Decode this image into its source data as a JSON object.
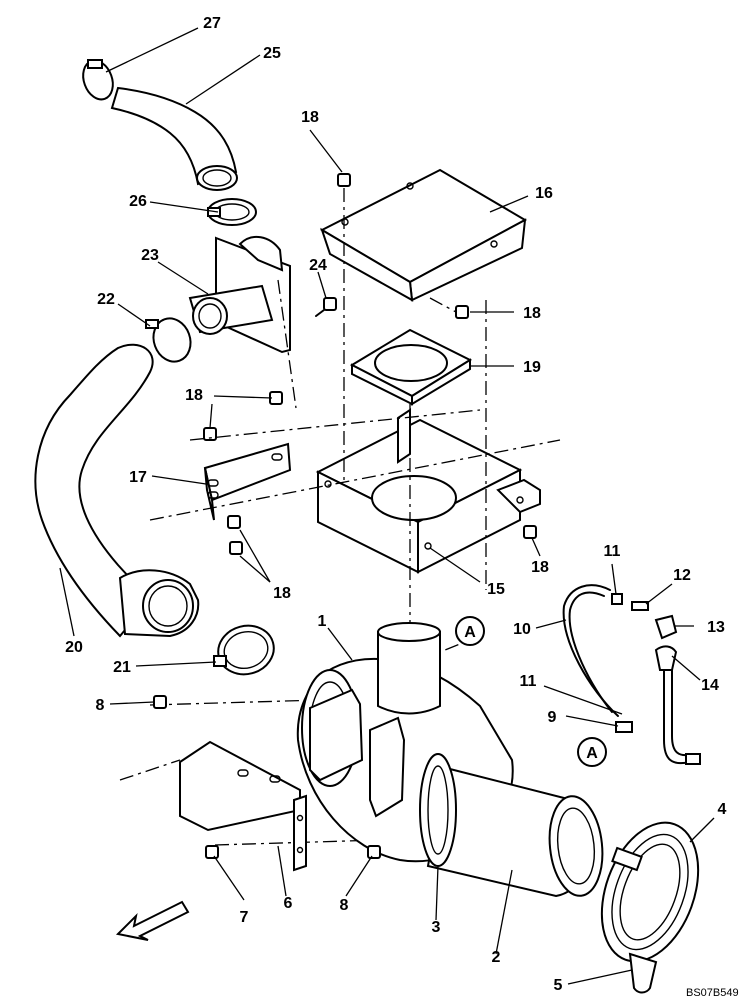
{
  "callouts": {
    "1": "1",
    "2": "2",
    "3": "3",
    "4": "4",
    "5": "5",
    "6": "6",
    "7": "7",
    "8": "8",
    "9": "9",
    "10": "10",
    "11": "11",
    "12": "12",
    "13": "13",
    "14": "14",
    "15": "15",
    "16": "16",
    "17": "17",
    "18": "18",
    "19": "19",
    "20": "20",
    "21": "21",
    "22": "22",
    "23": "23",
    "24": "24",
    "25": "25",
    "26": "26",
    "27": "27"
  },
  "connection_marker": "A",
  "drawing_code": "BS07B549",
  "direction_arrow_icon": "front-direction-arrow-icon"
}
